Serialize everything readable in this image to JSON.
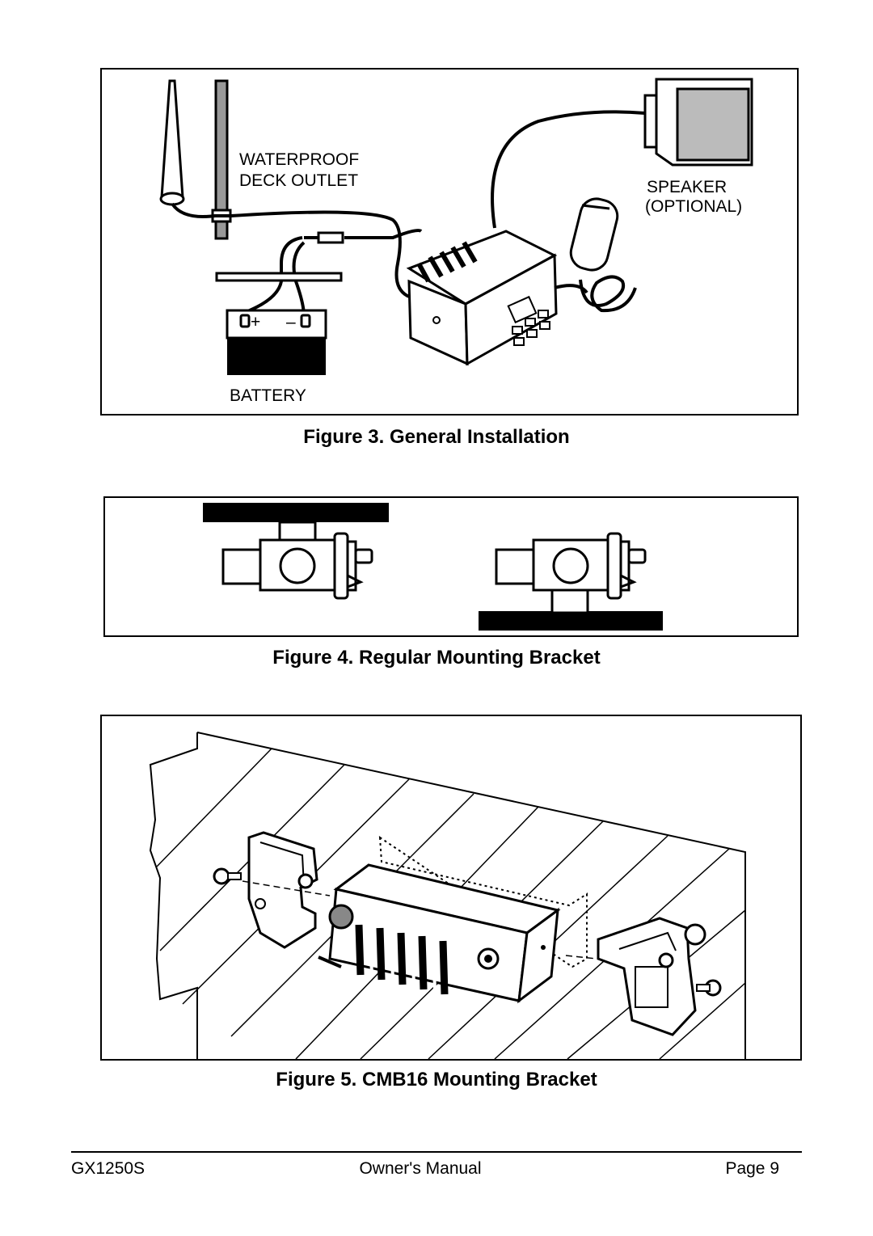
{
  "figures": {
    "fig3": {
      "caption": "Figure 3. General Installation",
      "labels": {
        "deck_outlet_line1": "WATERPROOF",
        "deck_outlet_line2": "DECK OUTLET",
        "speaker_line1": "SPEAKER",
        "speaker_line2": "(OPTIONAL)",
        "battery": "BATTERY",
        "battery_plus": "+",
        "battery_minus": "–"
      }
    },
    "fig4": {
      "caption": "Figure 4. Regular Mounting Bracket"
    },
    "fig5": {
      "caption": "Figure 5. CMB16 Mounting Bracket"
    }
  },
  "footer": {
    "model": "GX1250S",
    "title": "Owner's Manual",
    "page": "Page 9"
  }
}
